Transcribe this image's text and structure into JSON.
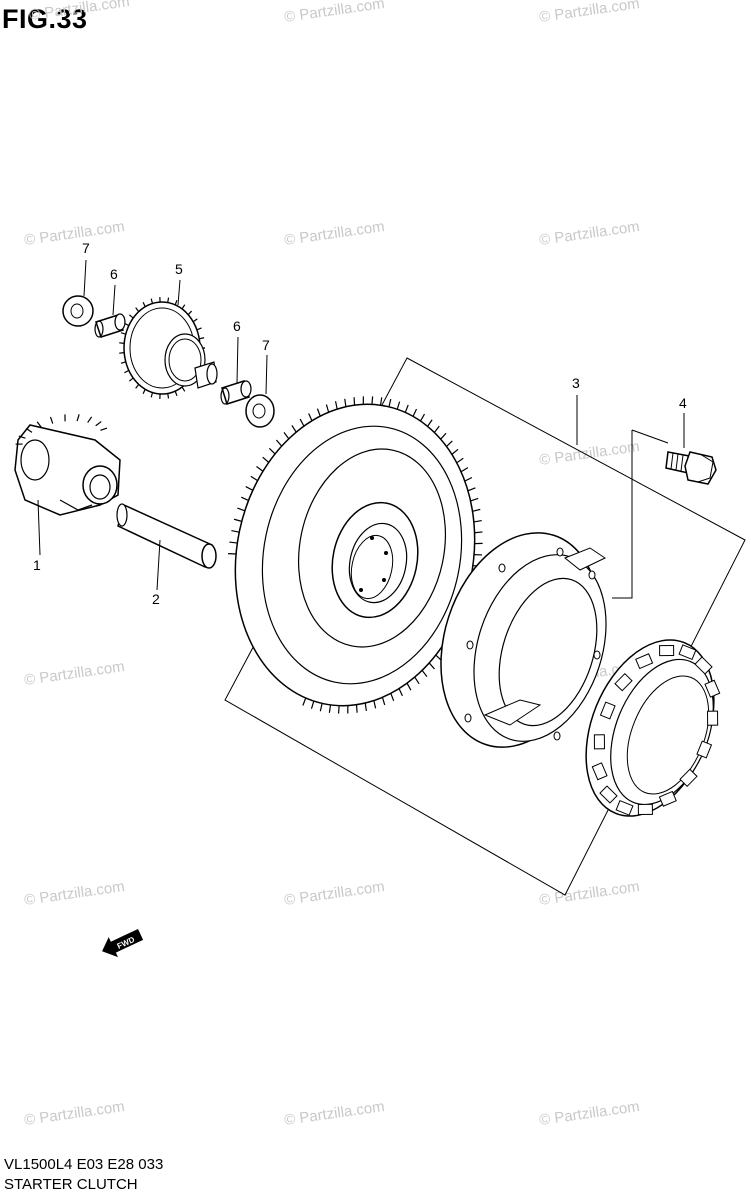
{
  "figure": {
    "title": "FIG.33"
  },
  "footer": {
    "model_code": "VL1500L4  E03  E28  033",
    "diagram_name": "STARTER CLUTCH"
  },
  "watermark": {
    "text": "© Partzilla.com"
  },
  "callouts": {
    "c1": "1",
    "c2": "2",
    "c3": "3",
    "c4": "4",
    "c5": "5",
    "c6a": "6",
    "c6b": "6",
    "c7a": "7",
    "c7b": "7"
  },
  "fwd_arrow": {
    "label": "FWD"
  },
  "colors": {
    "line": "#000000",
    "watermark": "#c9c9c9",
    "background": "#ffffff"
  }
}
